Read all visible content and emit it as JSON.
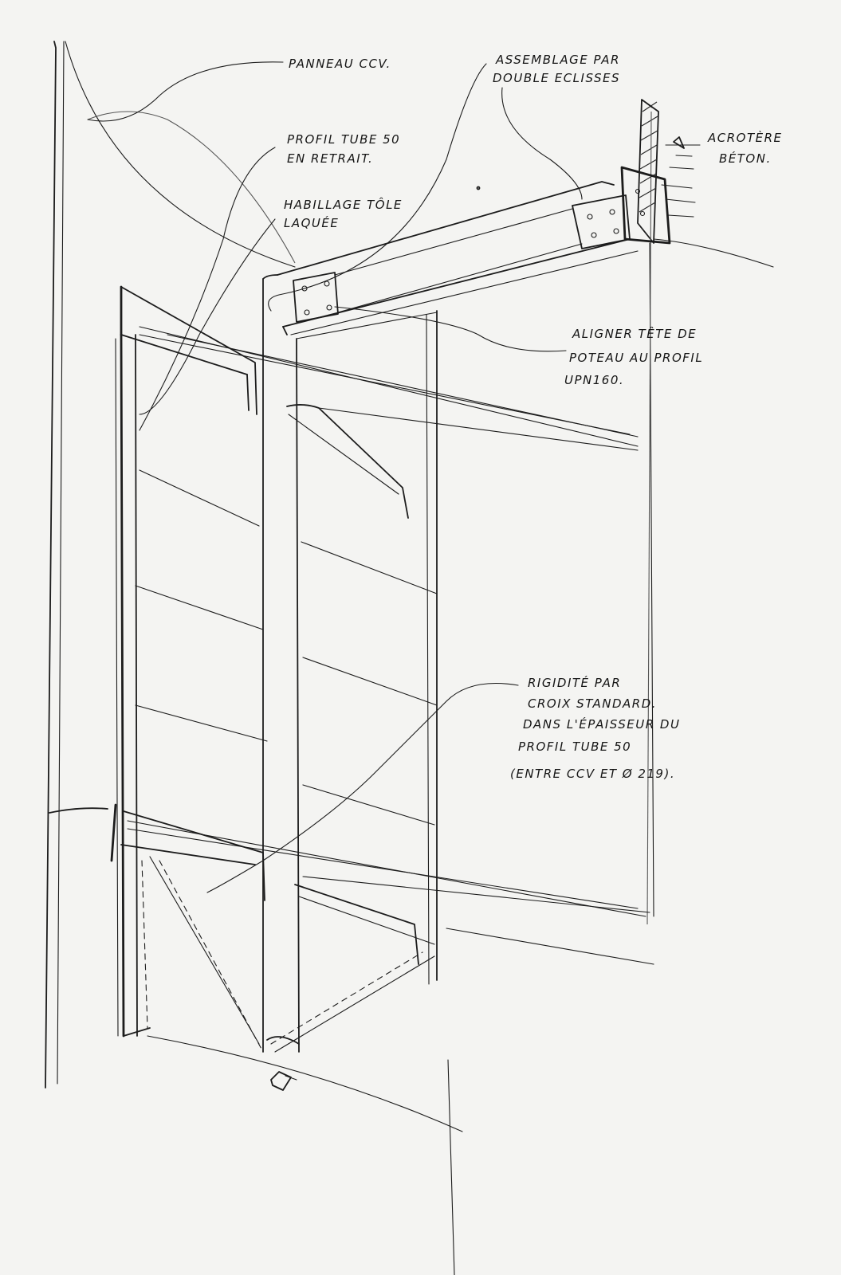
{
  "annotations": {
    "panneau_ccv": "PANNEAU CCV.",
    "profil_tube_line1": "PROFIL TUBE 50",
    "profil_tube_line2": "EN RETRAIT.",
    "habillage_line1": "HABILLAGE TÔLE",
    "habillage_line2": "LAQUÉE",
    "assemblage_line1": "ASSEMBLAGE PAR",
    "assemblage_line2": "DOUBLE ECLISSES",
    "acrotere_line1": "ACROTÈRE",
    "acrotere_line2": "BÉTON.",
    "aligner_line1": "ALIGNER TÊTE DE",
    "aligner_line2": "POTEAU AU PROFIL",
    "aligner_line3": "UPN160.",
    "rigidite_line1": "RIGIDITÉ PAR",
    "rigidite_line2": "CROIX STANDARD.",
    "rigidite_line3": "DANS L'ÉPAISSEUR DU",
    "rigidite_line4": "PROFIL TUBE 50",
    "rigidite_line5": "(ENTRE CCV ET Ø 219)."
  }
}
